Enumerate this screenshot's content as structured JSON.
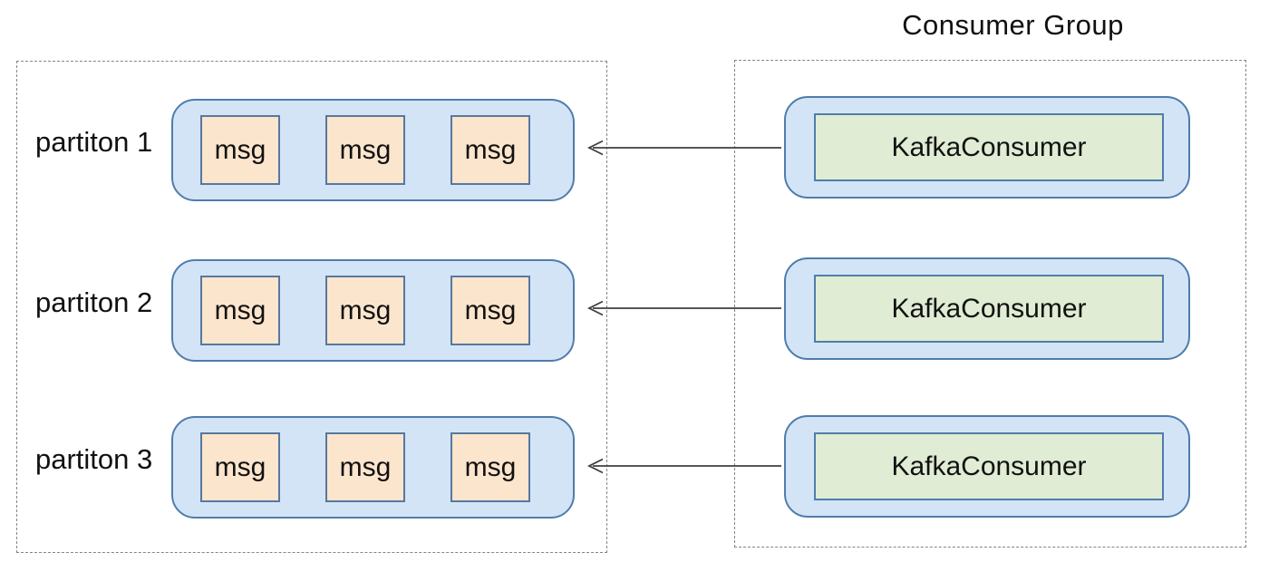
{
  "partitions_panel": {
    "partitions": [
      {
        "label": "partiton 1",
        "messages": [
          "msg",
          "msg",
          "msg"
        ]
      },
      {
        "label": "partiton 2",
        "messages": [
          "msg",
          "msg",
          "msg"
        ]
      },
      {
        "label": "partiton 3",
        "messages": [
          "msg",
          "msg",
          "msg"
        ]
      }
    ]
  },
  "consumer_group": {
    "title": "Consumer Group",
    "consumers": [
      {
        "label": "KafkaConsumer"
      },
      {
        "label": "KafkaConsumer"
      },
      {
        "label": "KafkaConsumer"
      }
    ]
  },
  "connections": [
    {
      "from": "KafkaConsumer",
      "to": "partiton 1",
      "direction": "left"
    },
    {
      "from": "KafkaConsumer",
      "to": "partiton 2",
      "direction": "left"
    },
    {
      "from": "KafkaConsumer",
      "to": "partiton 3",
      "direction": "left"
    }
  ],
  "colors": {
    "container_blue_fill": "#d4e4f7",
    "container_blue_border": "#4f7dab",
    "msg_fill": "#fce5cd",
    "msg_border": "#56789e",
    "consumer_green_fill": "#e0ecd3",
    "consumer_green_border": "#4f7dab",
    "dashed_border": "#858585",
    "arrow": "#3f3f3f",
    "text": "#111111",
    "background": "#ffffff"
  }
}
